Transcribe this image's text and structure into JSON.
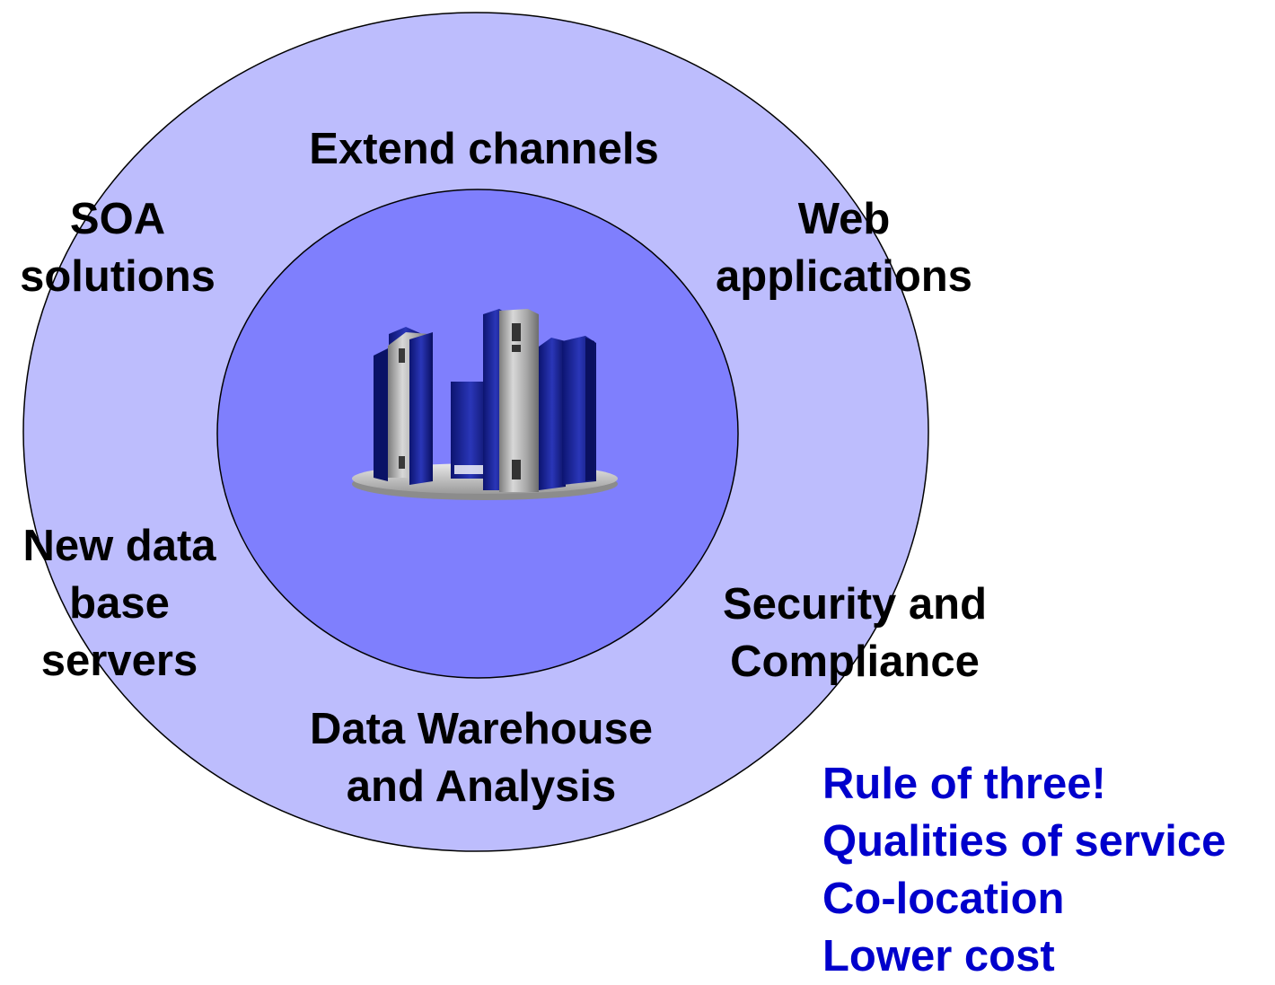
{
  "colors": {
    "outer_ring": "#bdbdfd",
    "inner_circle": "#7f7ffd",
    "outline": "#000000",
    "label_text": "#000000",
    "benefit_text": "#0000cc",
    "server_blue": "#141e8c",
    "server_gray": "#a9a9a9"
  },
  "center_icon": "server-cluster-icon",
  "labels": {
    "extend_channels": [
      "Extend channels"
    ],
    "soa_solutions": [
      "SOA",
      "solutions"
    ],
    "web_applications": [
      "Web",
      "applications"
    ],
    "new_database_servers": [
      "New data",
      "base",
      "servers"
    ],
    "security_compliance": [
      "Security and",
      "Compliance"
    ],
    "data_warehouse": [
      "Data Warehouse",
      "and Analysis"
    ]
  },
  "benefits": [
    "Rule of three!",
    "Qualities of service",
    "Co-location",
    "Lower cost"
  ]
}
